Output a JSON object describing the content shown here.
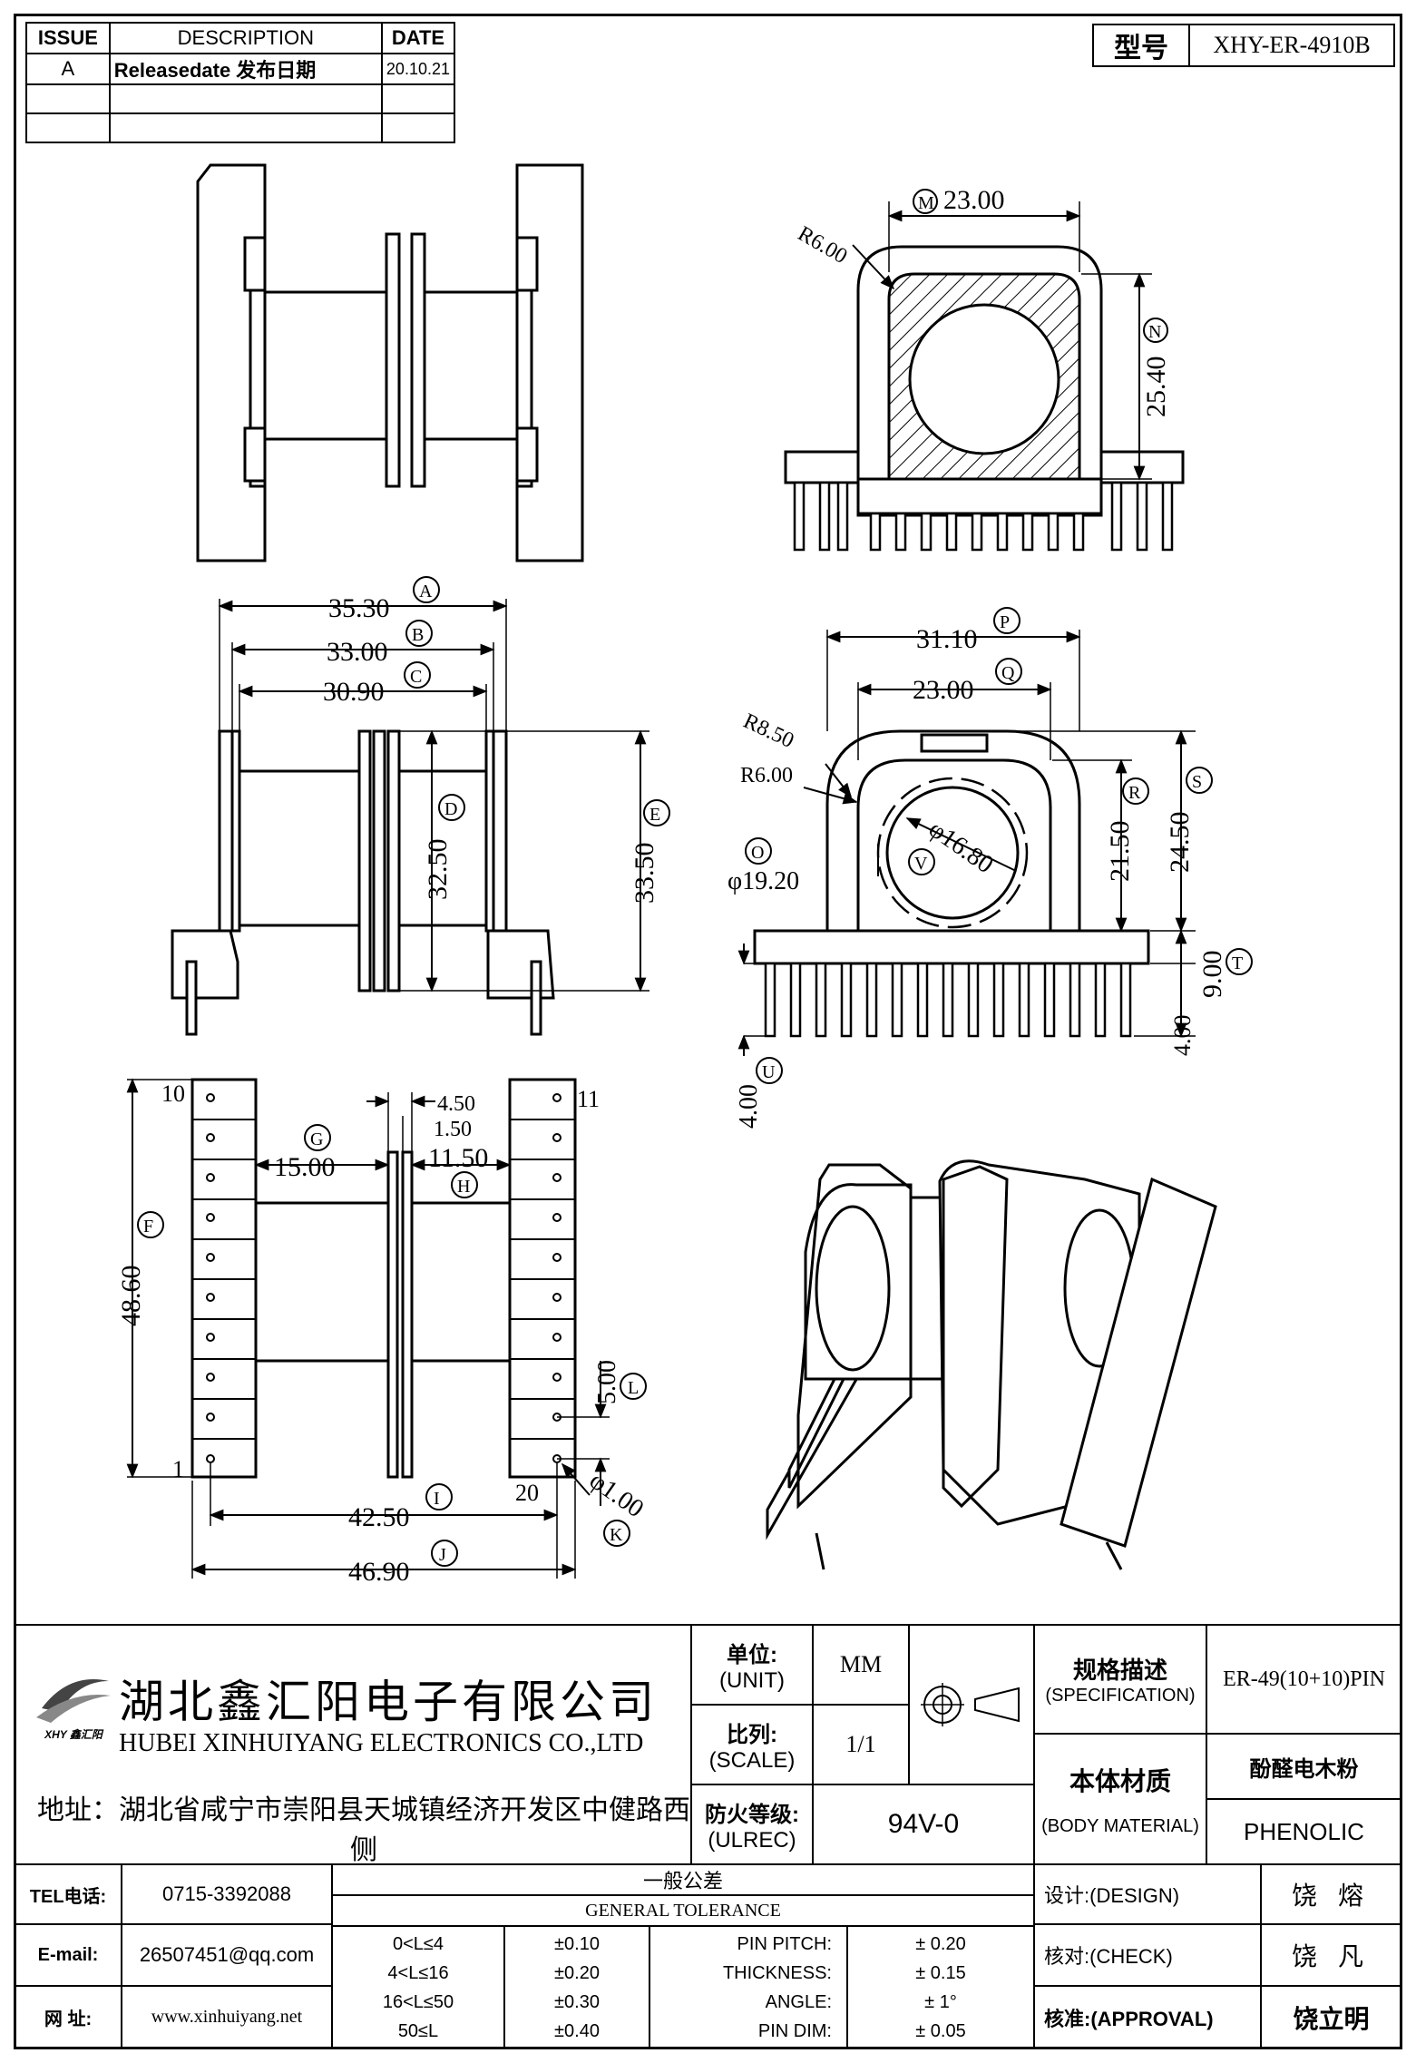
{
  "revision": {
    "headers": {
      "issue": "ISSUE",
      "description": "DESCRIPTION",
      "date": "DATE"
    },
    "rows": [
      {
        "issue": "A",
        "description": "Releasedate 发布日期",
        "date": "20.10.21"
      },
      {
        "issue": "",
        "description": "",
        "date": ""
      },
      {
        "issue": "",
        "description": "",
        "date": ""
      }
    ]
  },
  "model": {
    "label": "型号",
    "value": "XHY-ER-4910B"
  },
  "dimensions": {
    "top_view": {
      "m": "23.00",
      "n": "25.40",
      "r": "R6.00",
      "M": "M",
      "N": "N"
    },
    "front": {
      "a": "35.30",
      "b": "33.00",
      "c": "30.90",
      "d": "32.50",
      "e": "33.50",
      "A": "A",
      "B": "B",
      "C": "C",
      "D": "D",
      "E": "E"
    },
    "side": {
      "p": "31.10",
      "q": "23.00",
      "r85": "R8.50",
      "r6": "R6.00",
      "r": "21.50",
      "s": "24.50",
      "v": "φ16.80",
      "o": "φ19.20",
      "t": "9.00",
      "t2": "4.00",
      "u": "4.00",
      "P": "P",
      "Q": "Q",
      "R": "R",
      "S": "S",
      "T": "T",
      "U": "U",
      "V": "V",
      "O": "O"
    },
    "bottom": {
      "f": "48.60",
      "g": "15.00",
      "h": "11.50",
      "w1": "4.50",
      "w2": "1.50",
      "i": "42.50",
      "j": "46.90",
      "l": "5.00",
      "k": "φ1.00",
      "pin10": "10",
      "pin11": "11",
      "pin1": "1",
      "pin20": "20",
      "F": "F",
      "G": "G",
      "H": "H",
      "I": "I",
      "J": "J",
      "K": "K",
      "L": "L"
    }
  },
  "company": {
    "name_cn": "湖北鑫汇阳电子有限公司",
    "name_en": "HUBEI XINHUIYANG ELECTRONICS CO.,LTD",
    "address": "地址：湖北省咸宁市崇阳县天城镇经济开发区中健路西侧",
    "logo_text": "XHY 鑫汇阳"
  },
  "title_block": {
    "unit_label": "单位:",
    "unit_label_en": "(UNIT)",
    "unit": "MM",
    "scale_label": "比列:",
    "scale_label_en": "(SCALE)",
    "scale": "1/1",
    "ul_label": "防火等级:",
    "ul_label_en": "(ULREC)",
    "ul": "94V-0",
    "spec_label": "规格描述",
    "spec_label_en": "(SPECIFICATION)",
    "spec": "ER-49(10+10)PIN",
    "material_label": "本体材质",
    "material_label_en": "(BODY MATERIAL)",
    "material_cn": "酚醛电木粉",
    "material_en": "PHENOLIC"
  },
  "contact": {
    "tel_label": "TEL电话:",
    "tel": "0715-3392088",
    "email_label": "E-mail:",
    "email": "26507451@qq.com",
    "web_label": "网  址:",
    "web": "www.xinhuiyang.net"
  },
  "tolerance": {
    "title_cn": "一般公差",
    "title_en": "GENERAL TOLERANCE",
    "rows": [
      {
        "range": "0<L≤4",
        "tol": "±0.10",
        "name": "PIN PITCH:",
        "val": "± 0.20"
      },
      {
        "range": "4<L≤16",
        "tol": "±0.20",
        "name": "THICKNESS:",
        "val": "± 0.15"
      },
      {
        "range": "16<L≤50",
        "tol": "±0.30",
        "name": "ANGLE:",
        "val": "± 1°"
      },
      {
        "range": "50≤L",
        "tol": "±0.40",
        "name": "PIN DIM:",
        "val": "± 0.05"
      }
    ]
  },
  "signatures": {
    "design_label": "设计:(DESIGN)",
    "design": "饶 熔",
    "check_label": "核对:(CHECK)",
    "check": "饶 凡",
    "approval_label": "核准:(APPROVAL)",
    "approval": "饶立明"
  }
}
